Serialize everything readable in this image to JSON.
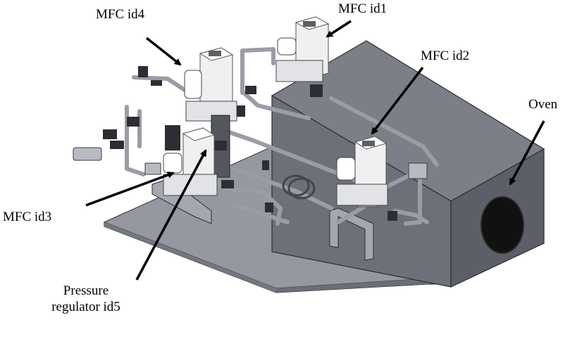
{
  "labels": {
    "mfc_id4": "MFC id4",
    "mfc_id1": "MFC id1",
    "mfc_id2": "MFC id2",
    "mfc_id3": "MFC id3",
    "oven": "Oven",
    "pressure_regulator_line1": "Pressure",
    "pressure_regulator_line2": "regulator id5"
  },
  "colors": {
    "plate": "#8a8c96",
    "oven_top": "#7c7e88",
    "oven_front": "#6e7079",
    "oven_side": "#5d5f68",
    "mfc_body": "#f0f0f0",
    "tubing": "#9a9ca6",
    "arrow": "#000000"
  }
}
